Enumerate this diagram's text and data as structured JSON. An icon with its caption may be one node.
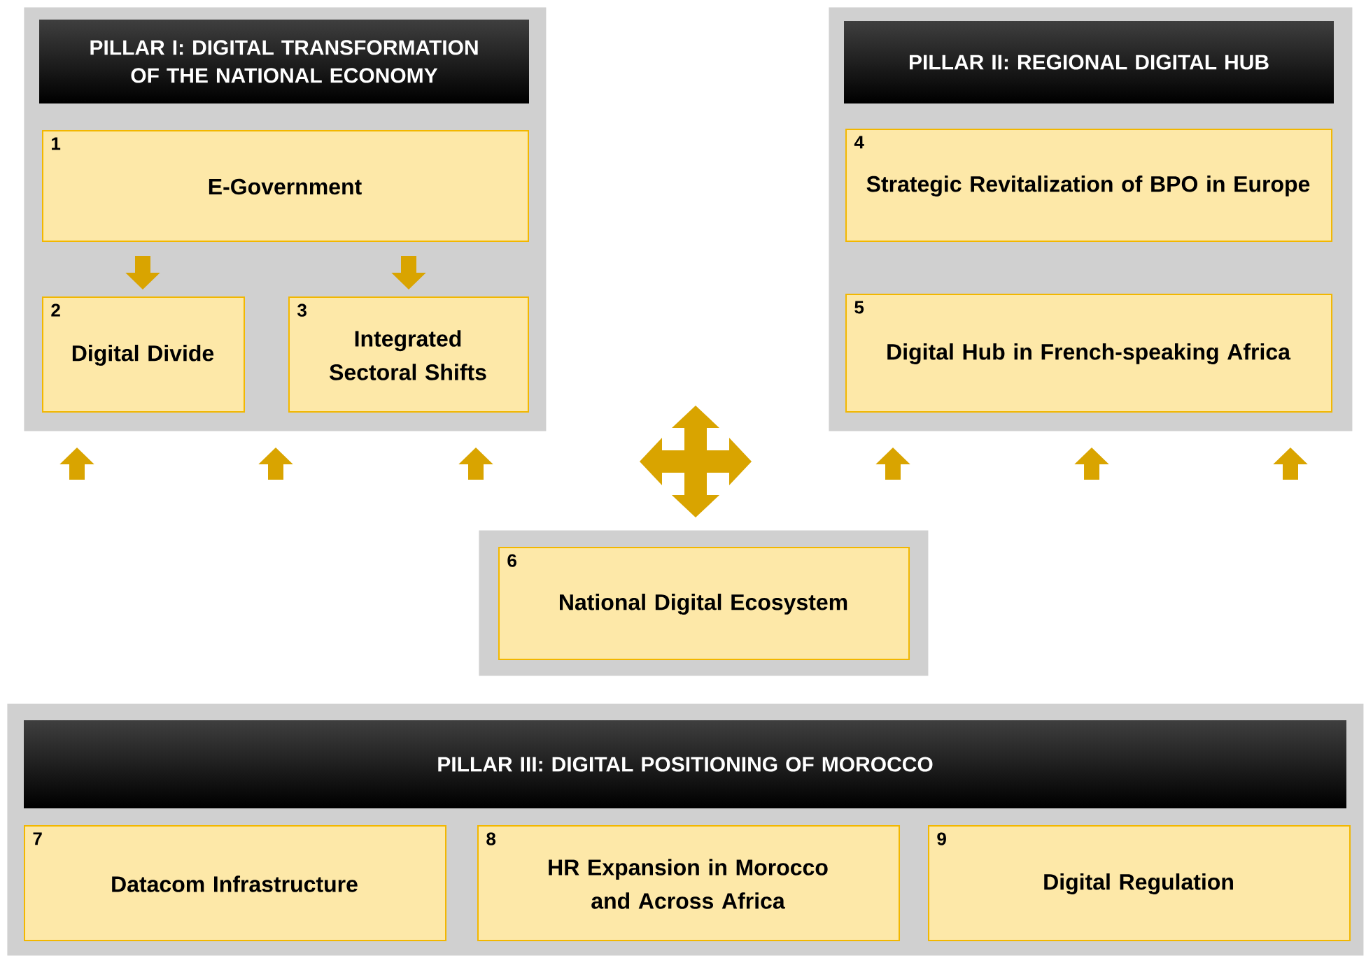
{
  "diagram": {
    "nodes": [
      {
        "text": [
          "PILLAR I: DIGITAL TRANSFORMATION OF THE NATIONAL ECONOMY"
        ]
      },
      {
        "text": [
          "1",
          "E-Government"
        ],
        "in": 0
      },
      {
        "text": [
          "2",
          "Digital Divide"
        ],
        "in": 0
      },
      {
        "text": [
          "3",
          "Integrated Sectoral Shifts"
        ],
        "in": 0
      },
      {
        "text": [
          "PILLAR II: REGIONAL DIGITAL HUB"
        ]
      },
      {
        "text": [
          "4",
          "Strategic Revitalization of BPO in Europe"
        ],
        "in": 4
      },
      {
        "text": [
          "5",
          "Digital Hub in French-speaking Africa"
        ],
        "in": 4
      },
      {
        "text": [],
        "shape": "box"
      },
      {
        "text": [
          "6",
          "National Digital Ecosystem"
        ],
        "in": 7
      },
      {
        "text": [
          "PILLAR III: DIGITAL POSITIONING OF MOROCCO"
        ]
      },
      {
        "text": [
          "7",
          "Datacom Infrastructure"
        ],
        "in": 9
      },
      {
        "text": [
          "8",
          "HR Expansion in Morocco and Across Africa"
        ],
        "in": 9
      },
      {
        "text": [
          "9",
          "Digital Regulation"
        ],
        "in": 9
      }
    ],
    "edges": [
      {
        "from": 1,
        "to": 2,
        "arrow": "to"
      },
      {
        "from": 1,
        "to": 3,
        "arrow": "to"
      }
    ]
  }
}
